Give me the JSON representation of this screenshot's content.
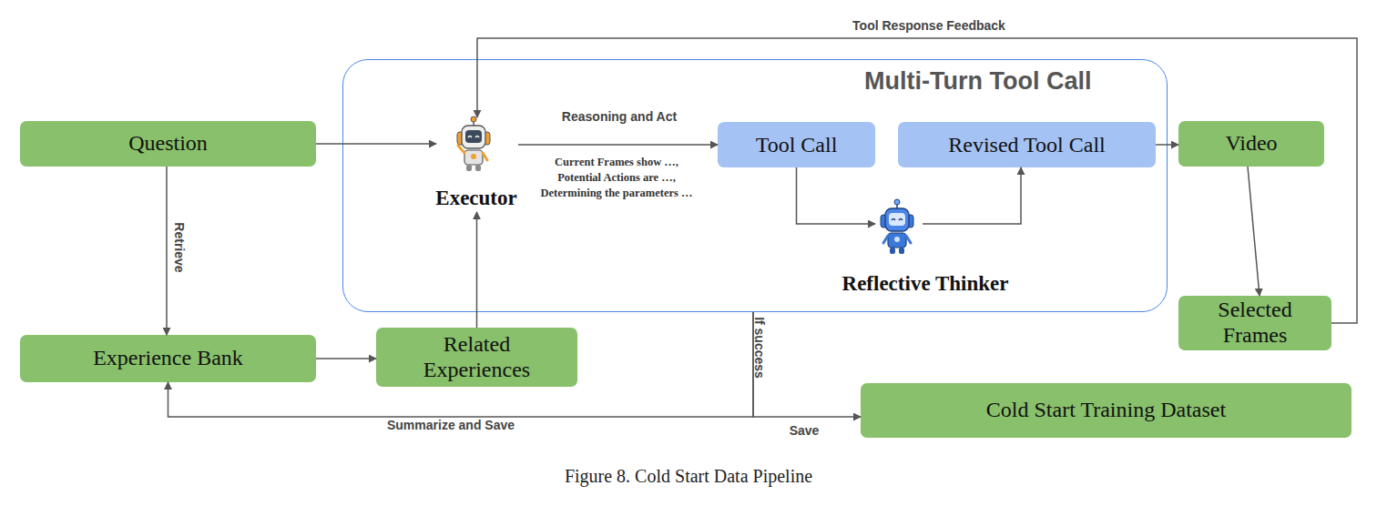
{
  "diagram": {
    "caption": "Figure 8. Cold Start Data Pipeline",
    "nodes": [
      {
        "text": [
          "Question"
        ]
      },
      {
        "text": [
          "Multi-Turn Tool Call"
        ]
      },
      {
        "text": [
          "Executor"
        ],
        "in": 1
      },
      {
        "text": [
          "Tool Call"
        ],
        "in": 1
      },
      {
        "text": [
          "Revised Tool Call"
        ],
        "in": 1
      },
      {
        "text": [
          "Reflective Thinker"
        ],
        "in": 1
      },
      {
        "text": [
          "Video"
        ]
      },
      {
        "text": [
          "Selected Frames"
        ]
      },
      {
        "text": [
          "Experience Bank"
        ]
      },
      {
        "text": [
          "Related Experiences"
        ]
      },
      {
        "text": [
          "Cold Start Training Dataset"
        ]
      }
    ],
    "edges": [
      {
        "from": 0,
        "to": 2,
        "arrow": "to"
      },
      {
        "from": 0,
        "to": 8,
        "arrow": "to",
        "label": "Retrieve"
      },
      {
        "from": 8,
        "to": 9,
        "arrow": "to"
      },
      {
        "from": 9,
        "to": 2,
        "arrow": "to"
      },
      {
        "from": 2,
        "to": 3,
        "arrow": "to",
        "label": "Reasoning and Act"
      },
      {
        "from": 3,
        "to": 5,
        "arrow": "to"
      },
      {
        "from": 5,
        "to": 4,
        "arrow": "to"
      },
      {
        "from": 4,
        "to": 6,
        "arrow": "to"
      },
      {
        "from": 6,
        "to": 7,
        "arrow": "to"
      },
      {
        "from": 7,
        "to": 2,
        "arrow": "to",
        "label": "Tool Response Feedback"
      },
      {
        "from": 1,
        "to": 10,
        "arrow": "to",
        "label": "Save"
      },
      {
        "from": 1,
        "to": 8,
        "arrow": "to",
        "label": "Summarize and Save"
      }
    ],
    "labels": [
      "Current Frames show …,",
      "Potential Actions are …,",
      "Determining the parameters …",
      "If success"
    ]
  }
}
